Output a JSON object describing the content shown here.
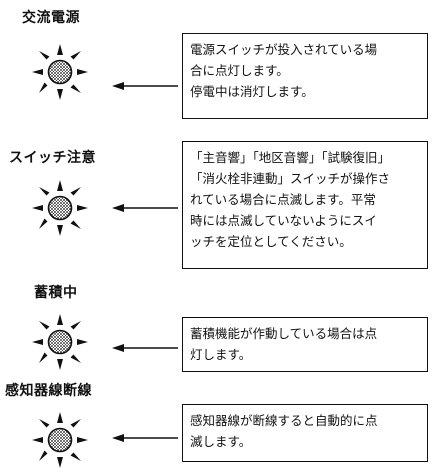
{
  "indicators": [
    {
      "title": "交流電源",
      "lines": [
        "電源スイッチが投入されている場",
        "合に点灯します。",
        "停電中は消灯します。"
      ]
    },
    {
      "title": "スイッチ注意",
      "lines": [
        "「主音響」「地区音響」「試験復旧」",
        "「消火栓非連動」スイッチが操作さ",
        "れている場合に点滅します。平常",
        "時には点滅していないようにスイ",
        "ッチを定位としてください。"
      ]
    },
    {
      "title": "蓄積中",
      "lines": [
        "蓄積機能が作動している場合は点",
        "灯します。"
      ]
    },
    {
      "title": "感知器線断線",
      "lines": [
        "感知器線が断線すると自動的に点",
        "滅します。"
      ]
    }
  ],
  "icons": {
    "lamp": "lit-lamp-icon",
    "arrow": "arrow-left-icon"
  }
}
